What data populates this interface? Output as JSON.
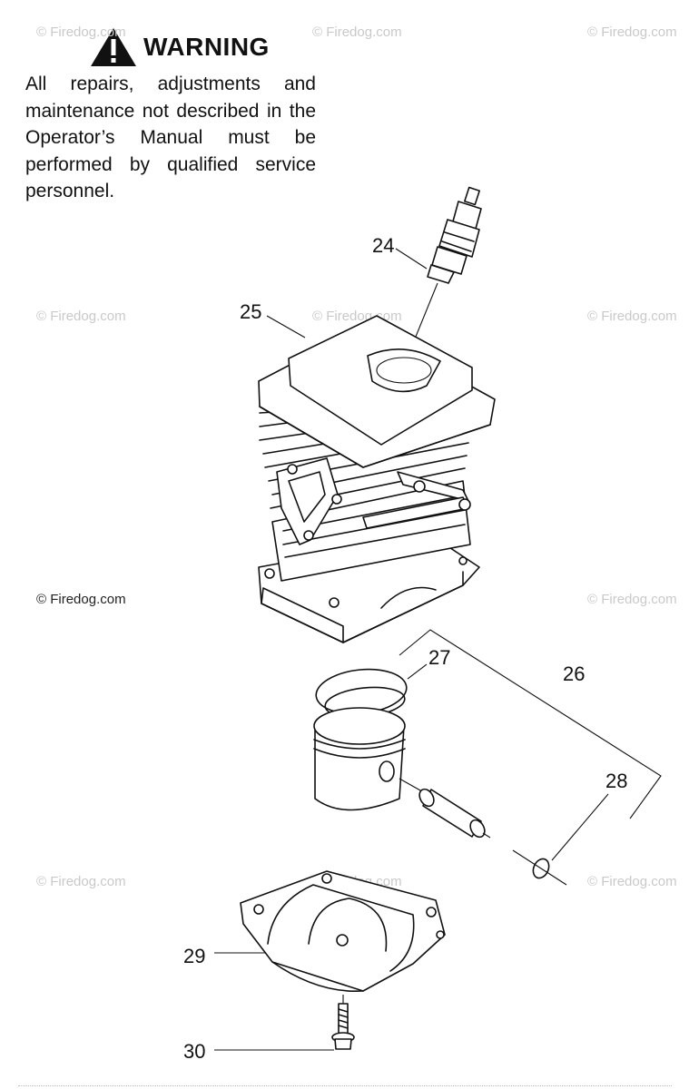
{
  "warning": {
    "title": "WARNING",
    "body": "All repairs, adjustments and maintenance not described in the Operator’s Manual must be performed by qualified service personnel."
  },
  "watermark": "© Firedog.com",
  "callouts": {
    "c24": "24",
    "c25": "25",
    "c26": "26",
    "c27": "27",
    "c28": "28",
    "c29": "29",
    "c30": "30"
  }
}
